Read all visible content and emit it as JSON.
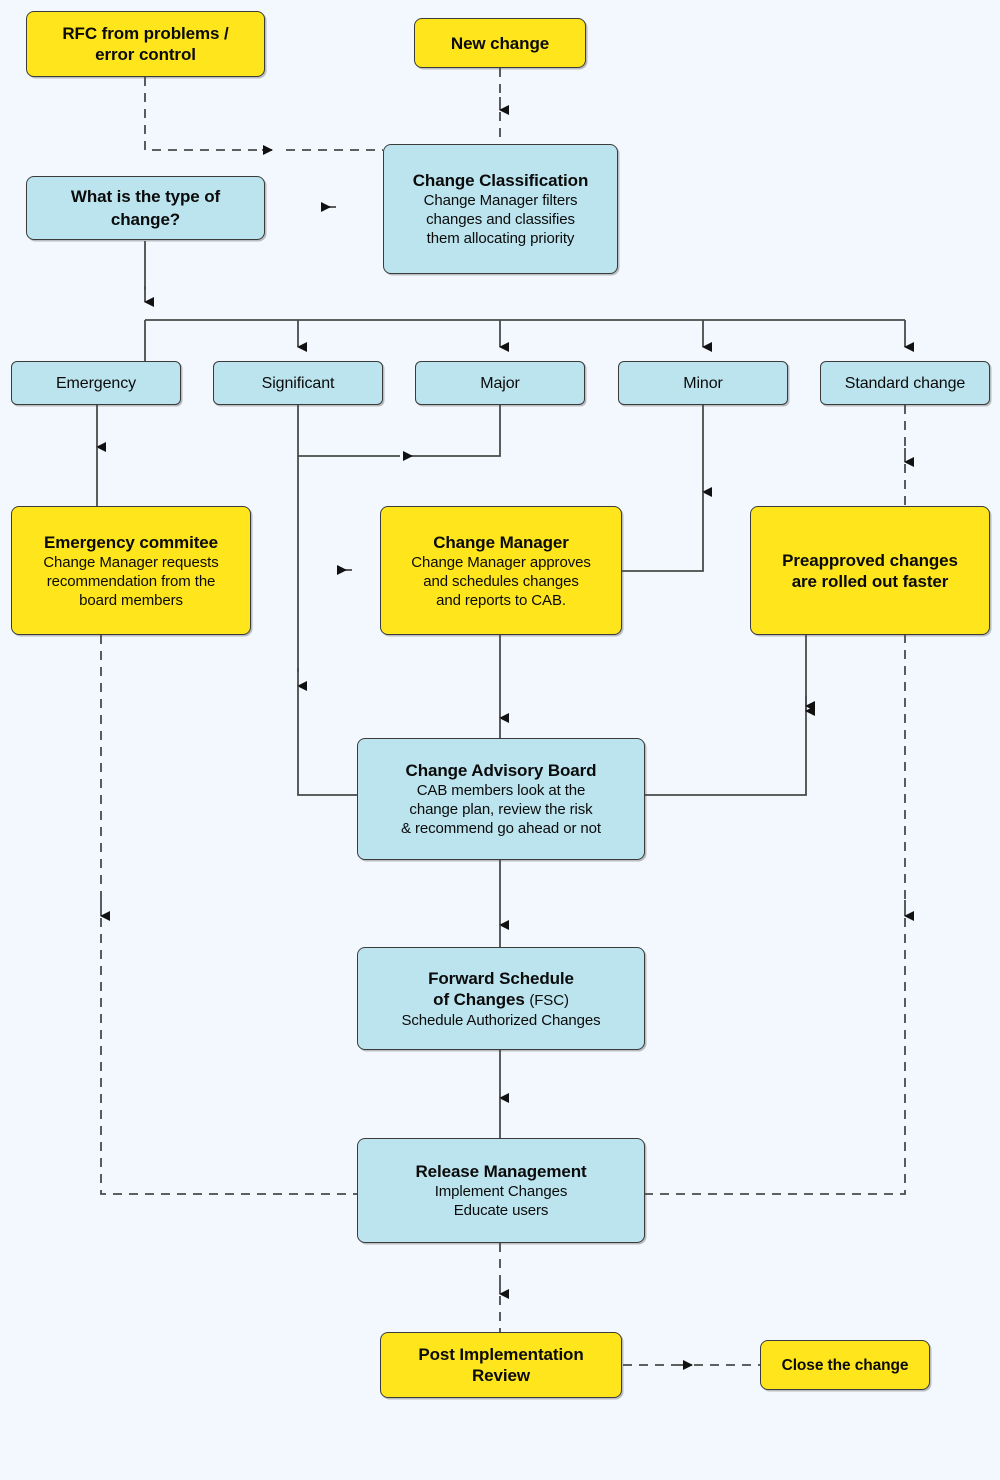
{
  "diagram": {
    "title": "Change Management Process Flowchart",
    "background_color": "#f2f8fd",
    "colors": {
      "yellow": "#ffe61c",
      "blue": "#bbe4ee",
      "border": "#3b3b3b",
      "line": "#4a4a4a"
    }
  },
  "nodes": {
    "rfc": {
      "title": "RFC from problems /",
      "title2": "error control",
      "type": "start",
      "color": "yellow"
    },
    "new_change": {
      "title": "New change",
      "type": "start",
      "color": "yellow"
    },
    "change_classification": {
      "title": "Change Classification",
      "sub1": "Change Manager filters",
      "sub2": "changes and classifies",
      "sub3": "them allocating priority",
      "type": "process",
      "color": "blue"
    },
    "type_question": {
      "title": "What is the type of",
      "title2": "change?",
      "type": "decision",
      "color": "blue"
    },
    "categories": [
      {
        "label": "Emergency",
        "color": "blue"
      },
      {
        "label": "Significant",
        "color": "blue"
      },
      {
        "label": "Major",
        "color": "blue"
      },
      {
        "label": "Minor",
        "color": "blue"
      },
      {
        "label": "Standard change",
        "color": "blue"
      }
    ],
    "emergency_committee": {
      "title": "Emergency commitee",
      "sub1": "Change Manager requests",
      "sub2": "recommendation from the",
      "sub3": "board members",
      "color": "yellow"
    },
    "change_manager": {
      "title": "Change Manager",
      "sub1": "Change Manager approves",
      "sub2": "and schedules changes",
      "sub3": "and reports to CAB.",
      "color": "yellow"
    },
    "preapproved": {
      "title": "Preapproved changes",
      "title2": "are rolled out faster",
      "color": "yellow"
    },
    "cab": {
      "title": "Change Advisory Board",
      "sub1": "CAB members look at the",
      "sub2": "change plan, review the risk",
      "sub3": "& recommend go ahead or not",
      "color": "blue"
    },
    "fsc": {
      "title": "Forward Schedule",
      "title2": "of Changes",
      "title2_suffix": "(FSC)",
      "sub1": "Schedule Authorized Changes",
      "color": "blue"
    },
    "release_management": {
      "title": "Release Management",
      "sub1": "Implement Changes",
      "sub2": "Educate users",
      "color": "blue"
    },
    "post_implementation_review": {
      "title": "Post Implementation",
      "title2": "Review",
      "color": "yellow"
    },
    "close_change": {
      "title": "Close the change",
      "color": "yellow"
    }
  },
  "edges": [
    {
      "from": "rfc",
      "to": "change_classification",
      "style": "dashed",
      "note": "RFC feeds into classification"
    },
    {
      "from": "new_change",
      "to": "change_classification",
      "style": "dashed"
    },
    {
      "from": "change_classification",
      "to": "type_question",
      "style": "dashed",
      "note": "leftward arrowhead"
    },
    {
      "from": "type_question",
      "to": "categories",
      "style": "solid",
      "note": "fan out to five categories"
    },
    {
      "from": "Emergency",
      "to": "emergency_committee",
      "style": "solid"
    },
    {
      "from": "Major",
      "to": "Significant",
      "style": "solid",
      "note": "merges leftward into significant lane"
    },
    {
      "from": "Significant",
      "to": "cab",
      "style": "solid"
    },
    {
      "from": "Minor",
      "to": "change_manager",
      "style": "solid"
    },
    {
      "from": "change_manager",
      "to": "cab",
      "style": "solid"
    },
    {
      "from": "Standard change",
      "to": "preapproved",
      "style": "dashed"
    },
    {
      "from": "cab",
      "to": "preapproved_lane",
      "style": "solid"
    },
    {
      "from": "preapproved",
      "to": "release_lane",
      "style": "solid"
    },
    {
      "from": "cab",
      "to": "fsc",
      "style": "solid"
    },
    {
      "from": "fsc",
      "to": "release_management",
      "style": "solid"
    },
    {
      "from": "emergency_committee",
      "to": "release_management",
      "style": "dashed"
    },
    {
      "from": "release_management",
      "to": "post_implementation_review",
      "style": "dashed"
    },
    {
      "from": "post_implementation_review",
      "to": "close_change",
      "style": "dashed"
    }
  ]
}
